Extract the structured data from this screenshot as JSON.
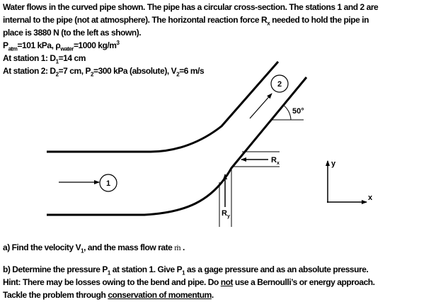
{
  "problem": {
    "line1": "Water flows in the curved pipe shown.  The pipe has a circular cross-section.  The stations 1 and 2 are",
    "line2a": "internal to the pipe (not at atmosphere).  The horizontal reaction force R",
    "line2sub": "x",
    "line2b": " needed to hold the pipe in",
    "line3": "place is 3880 N (to the left as shown).",
    "patm_p": "P",
    "patm_sub": "atm",
    "patm_val": "=101 kPa, ρ",
    "rho_sub": "water",
    "rho_val": "=1000 kg/m",
    "rho_sup": "3",
    "st1_a": "At station 1:  D",
    "st1_sub": "1",
    "st1_b": "=14 cm",
    "st2_a": "At station 2:  D",
    "st2_sub1": "2",
    "st2_b": "=7 cm, P",
    "st2_sub2": "2",
    "st2_c": "=300 kPa (absolute), V",
    "st2_sub3": "2",
    "st2_d": "=6 m/s"
  },
  "diagram": {
    "station1": "1",
    "station2": "2",
    "angle": "50°",
    "rx": "R",
    "rx_sub": "x",
    "ry": "R",
    "ry_sub": "y",
    "axis_x": "x",
    "axis_y": "y"
  },
  "questions": {
    "a1": "a) Find the velocity V",
    "a_sub": "1",
    "a2": ", and the mass flow rate ",
    "mdot": "ṁ",
    "a3": " .",
    "b1": "b) Determine the pressure P",
    "b_sub1": "1",
    "b2": " at station 1.  Give P",
    "b_sub2": "1",
    "b3": " as a gage pressure and as an absolute pressure.",
    "h1": "Hint:  There may be losses owing to the bend and pipe.  Do ",
    "h_not": "not",
    "h2": " use a Bernoulli’s or energy approach.",
    "t1": "Tackle the problem through ",
    "t_u": "conservation of momentum",
    "t2": "."
  }
}
